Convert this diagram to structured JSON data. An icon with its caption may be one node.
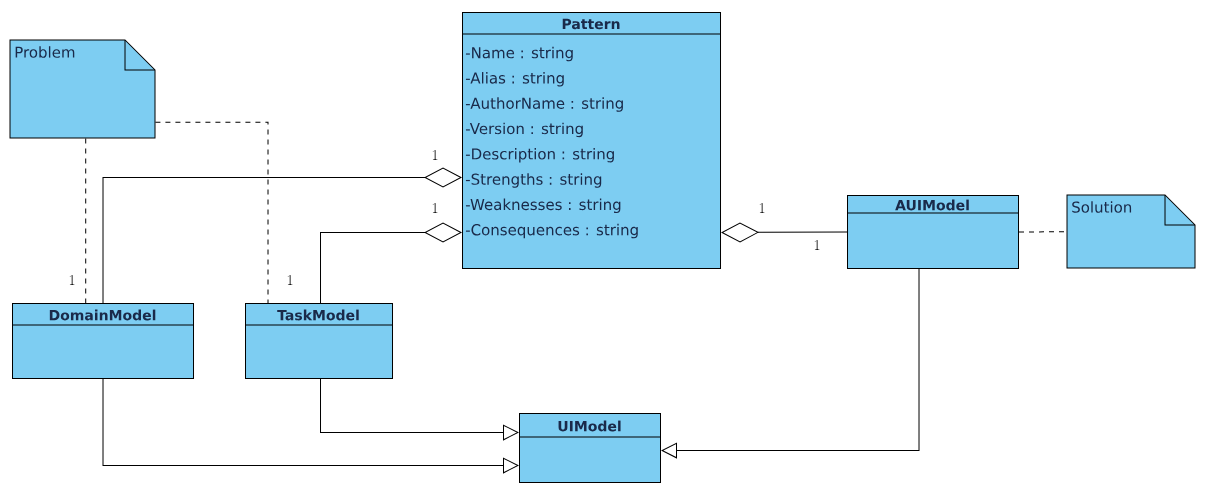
{
  "diagram": {
    "nodes": [
      {
        "text": [
          "Problem"
        ]
      },
      {
        "text": [
          "Pattern",
          "-Name : string",
          "-Alias : string",
          "-AuthorName : string",
          "-Version : string",
          "-Description : string",
          "-Strengths : string",
          "-Weaknesses : string",
          "-Consequences : string"
        ]
      },
      {
        "text": [
          "AUIModel"
        ]
      },
      {
        "text": [
          "Solution"
        ]
      },
      {
        "text": [
          "DomainModel"
        ]
      },
      {
        "text": [
          "TaskModel"
        ]
      },
      {
        "text": [
          "UIModel"
        ]
      }
    ],
    "edges": [
      {
        "from": 0,
        "to": 4,
        "arrow": "none",
        "style": "dashed"
      },
      {
        "from": 0,
        "to": 5,
        "arrow": "none",
        "style": "dashed"
      },
      {
        "from": 4,
        "to": 1,
        "arrow": "other"
      },
      {
        "from": 5,
        "to": 1,
        "arrow": "other"
      },
      {
        "from": 2,
        "to": 1,
        "arrow": "other"
      },
      {
        "from": 2,
        "to": 3,
        "arrow": "none",
        "style": "dashed"
      },
      {
        "from": 5,
        "to": 6,
        "arrow": "to"
      },
      {
        "from": 4,
        "to": 6,
        "arrow": "to"
      },
      {
        "from": 2,
        "to": 6,
        "arrow": "to"
      }
    ],
    "labels": [
      "1",
      "1",
      "1",
      "1",
      "1",
      "1"
    ]
  }
}
